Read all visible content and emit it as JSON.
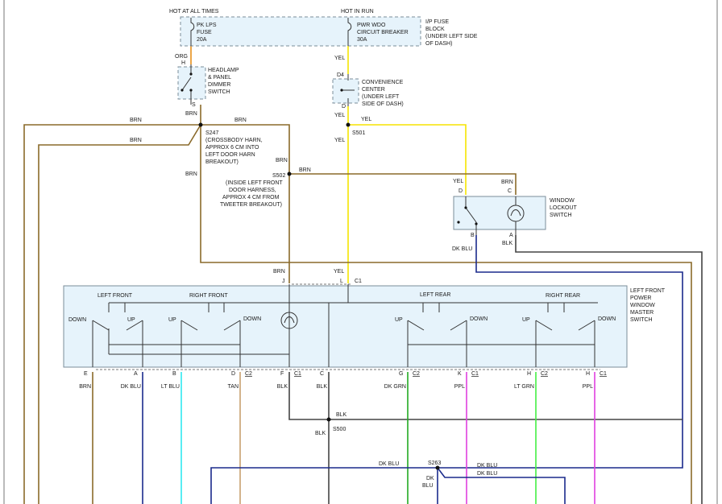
{
  "colors": {
    "org": "#e8901a",
    "yel": "#f5e400",
    "brn": "#8a6a2a",
    "dkblu": "#1a2a8c",
    "blk": "#444444",
    "ltblu": "#2fe8f0",
    "tan": "#c8a070",
    "dkgrn": "#22aa22",
    "ppl": "#e040e0",
    "ltgrn": "#44ee44",
    "box_fill": "#e6f3fb"
  },
  "fuse_block": {
    "hot_at_all_times": "HOT AT ALL TIMES",
    "hot_in_run": "HOT IN RUN",
    "fuse1": [
      "PK LPS",
      "FUSE",
      "20A"
    ],
    "fuse2": [
      "PWR WDO",
      "CIRCUIT BREAKER",
      "30A"
    ],
    "label": [
      "I/P FUSE",
      "BLOCK",
      "(UNDER LEFT SIDE",
      "OF DASH)"
    ]
  },
  "headlamp_switch": {
    "label": [
      "HEADLAMP",
      "& PANEL",
      "DIMMER",
      "SWITCH"
    ],
    "pin_top": "H",
    "pin_bottom": "S",
    "wire_in": "ORG",
    "wire_out": "BRN"
  },
  "convenience_center": {
    "label": [
      "CONVENIENCE",
      "CENTER",
      "(UNDER LEFT",
      "SIDE OF DASH)"
    ],
    "pin_top": "D4",
    "pin_bottom": "D",
    "wire_in": "YEL",
    "wire_out": "YEL"
  },
  "splices": {
    "s247": [
      "S247",
      "(CROSSBODY HARN,",
      "APPROX 6 CM INTO",
      "LEFT DOOR HARN",
      "BREAKOUT)"
    ],
    "s501": "S501",
    "s502": "S502",
    "s502_desc": [
      "(INSIDE LEFT FRONT",
      "DOOR HARNESS,",
      "APPROX 4 CM FROM",
      "TWEETER BREAKOUT)"
    ],
    "s500": "S500",
    "s263": "S263"
  },
  "wire_labels": {
    "brn": "BRN",
    "yel": "YEL",
    "blk": "BLK",
    "dk_blu": "DK BLU",
    "dk": "DK",
    "blu": "BLU"
  },
  "lockout_switch": {
    "label": [
      "WINDOW",
      "LOCKOUT",
      "SWITCH"
    ],
    "pins": [
      "D",
      "C",
      "B",
      "A"
    ]
  },
  "master_switch": {
    "label": [
      "LEFT FRONT",
      "POWER",
      "WINDOW",
      "MASTER",
      "SWITCH"
    ],
    "sections": [
      "LEFT FRONT",
      "RIGHT FRONT",
      "LEFT REAR",
      "RIGHT REAR"
    ],
    "down": "DOWN",
    "up": "UP",
    "top_pins": [
      "J",
      "L",
      "C1"
    ],
    "bottom_pins": [
      {
        "pin": "E",
        "conn": "",
        "wire": "BRN"
      },
      {
        "pin": "A",
        "conn": "",
        "wire": "DK BLU"
      },
      {
        "pin": "B",
        "conn": "",
        "wire": "LT BLU"
      },
      {
        "pin": "D",
        "conn": "C2",
        "wire": "TAN"
      },
      {
        "pin": "F",
        "conn": "C1",
        "wire": "BLK"
      },
      {
        "pin": "C",
        "conn": "",
        "wire": "BLK"
      },
      {
        "pin": "G",
        "conn": "C2",
        "wire": "DK GRN"
      },
      {
        "pin": "K",
        "conn": "C1",
        "wire": "PPL"
      },
      {
        "pin": "H",
        "conn": "C2",
        "wire": "LT GRN"
      },
      {
        "pin": "H",
        "conn": "C1",
        "wire": "PPL"
      }
    ]
  }
}
